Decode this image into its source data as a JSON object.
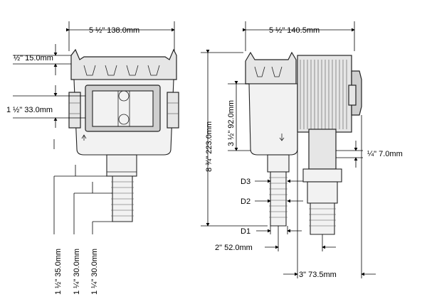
{
  "dimensions": {
    "front_width": "5 ½\"  138.0mm",
    "side_width": "5 ½\"  140.5mm",
    "lid_height": "½\"  15.0mm",
    "bracket_height": "1 ½\"  33.0mm",
    "total_height": "8 ¾\"  223.0mm",
    "bowl_height": "3 ½\"  92.0mm",
    "offset": "¼\"  7.0mm",
    "d3": "D3",
    "d2": "D2",
    "d1": "D1",
    "outlet_offset": "2\"  52.0mm",
    "depth": "3\"  73.5mm",
    "hose_1": "1 ½\"  35.0mm",
    "hose_2": "1 ¼\"  30.0mm",
    "hose_3": "1 ¼\"  30.0mm"
  }
}
